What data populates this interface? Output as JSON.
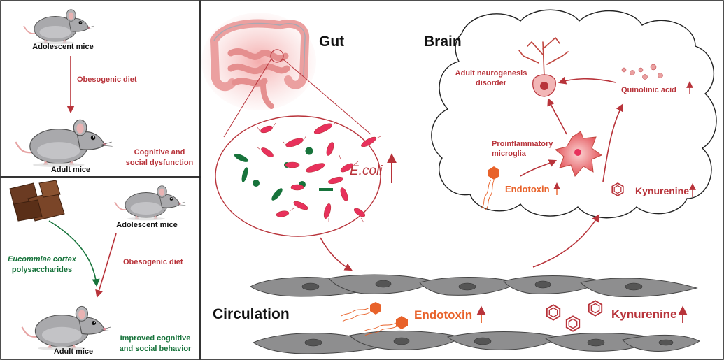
{
  "panel_top": {
    "adolescent_label": "Adolescent mice",
    "diet_label": "Obesogenic diet",
    "adult_label": "Adult mice",
    "outcome_line1": "Cognitive and",
    "outcome_line2": "social dysfunction"
  },
  "panel_bottom": {
    "adolescent_label": "Adolescent mice",
    "treatment_line1": "Eucommiae cortex",
    "treatment_line2": "polysaccharides",
    "diet_label": "Obesogenic diet",
    "adult_label": "Adult mice",
    "outcome_line1": "Improved cognitive",
    "outcome_line2": "and social behavior"
  },
  "main": {
    "gut_title": "Gut",
    "brain_title": "Brain",
    "circulation_title": "Circulation",
    "ecoli_label": "E.coli",
    "brain": {
      "neurogenesis_line1": "Adult neurogenesis",
      "neurogenesis_line2": "disorder",
      "quinolinic_label": "Quinolinic acid",
      "microglia_line1": "Proinflammatory",
      "microglia_line2": "microglia",
      "endotoxin_label": "Endotoxin",
      "kynurenine_label": "Kynurenine"
    },
    "circulation": {
      "endotoxin_label": "Endotoxin",
      "kynurenine_label": "Kynurenine"
    }
  },
  "colors": {
    "red": "#b8333a",
    "orange": "#e8622a",
    "green": "#17733b",
    "bacteria_pink": "#e8315c"
  }
}
